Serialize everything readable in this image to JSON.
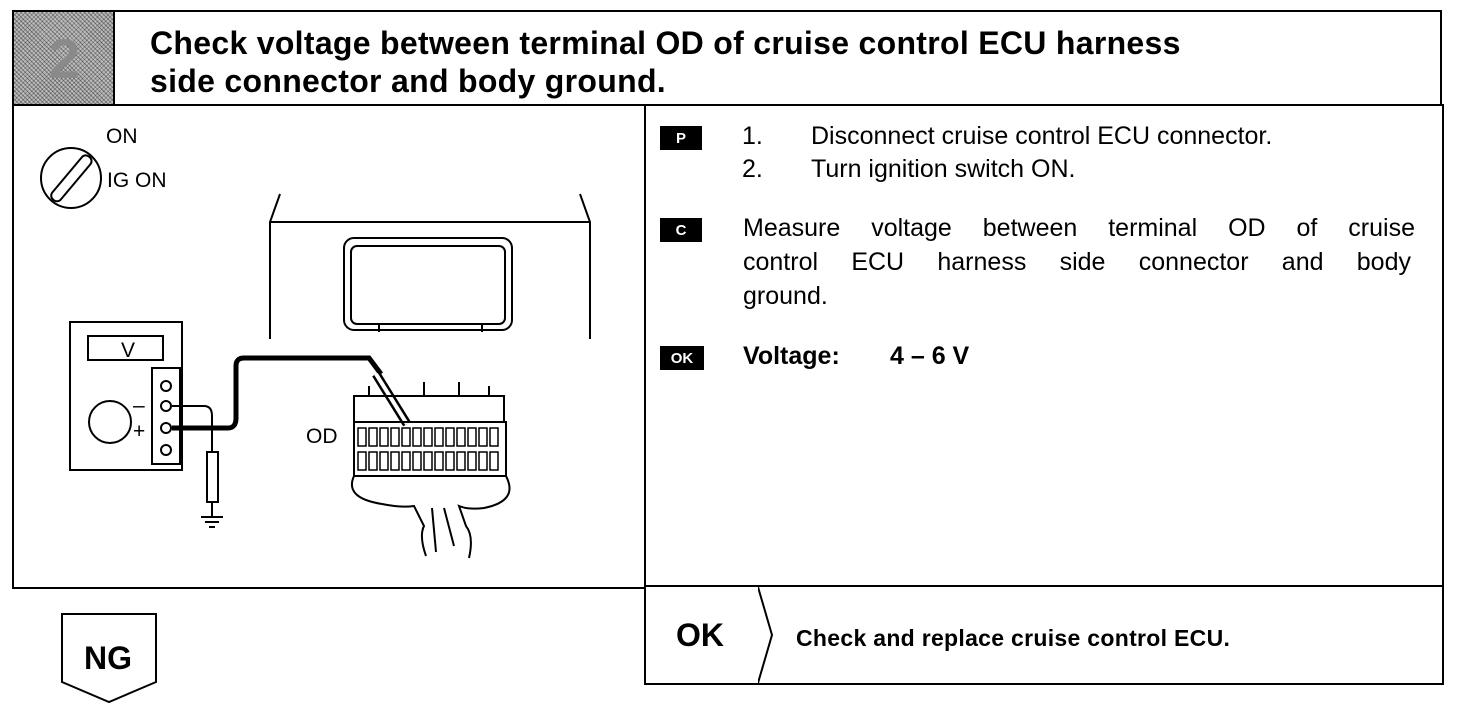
{
  "step": {
    "number": "2",
    "title_line1": "Check voltage between terminal OD of cruise control ECU harness",
    "title_line2": "side connector and body ground."
  },
  "illustration": {
    "switch_on": "ON",
    "switch_ig_on": "IG ON",
    "meter_label": "V",
    "minus": "–",
    "plus": "+",
    "terminal": "OD"
  },
  "prep": {
    "badge": "P",
    "steps": [
      {
        "num": "1.",
        "text": "Disconnect cruise control ECU connector."
      },
      {
        "num": "2.",
        "text": "Turn ignition switch ON."
      }
    ]
  },
  "check": {
    "badge": "C",
    "line1": "Measure voltage between terminal OD of cruise",
    "line2": "control ECU harness side connector and body",
    "line3": "ground."
  },
  "ok_spec": {
    "badge": "OK",
    "label": "Voltage:",
    "value": "4 – 6 V"
  },
  "ok_result": {
    "label": "OK",
    "text": "Check and replace cruise control ECU."
  },
  "ng": {
    "label": "NG"
  }
}
